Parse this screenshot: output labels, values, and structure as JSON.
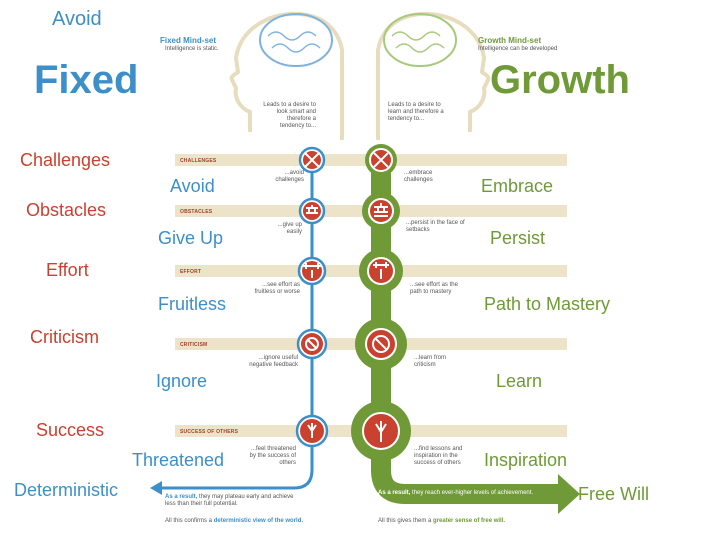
{
  "header": {
    "avoid_top": "Avoid",
    "fixed_word": "Fixed",
    "growth_word": "Growth"
  },
  "heads": {
    "fixed_title": "Fixed Mind-set",
    "fixed_sub": "Intelligence is static.",
    "growth_title": "Growth Mind-set",
    "growth_sub": "Intelligence can be developed",
    "fixed_desire": "Leads to a desire to look smart and therefore a tendency to...",
    "growth_desire": "Leads to a desire to learn and therefore a tendency to..."
  },
  "rows": [
    {
      "bar": "CHALLENGES",
      "left_label": "Challenges",
      "fixed_big": "Avoid",
      "growth_big": "Embrace",
      "fixed_note": "...avoid challenges",
      "growth_note": "...embrace challenges",
      "icon": "arrows-inward-icon"
    },
    {
      "bar": "OBSTACLES",
      "left_label": "Obstacles",
      "fixed_big": "Give Up",
      "growth_big": "Persist",
      "fixed_note": "...give up easily",
      "growth_note": "...persist in the face of setbacks",
      "icon": "brick-wall-icon"
    },
    {
      "bar": "EFFORT",
      "left_label": "Effort",
      "fixed_big": "Fruitless",
      "growth_big": "Path to Mastery",
      "fixed_note": "...see effort as fruitless or worse",
      "growth_note": "...see effort as the path to mastery",
      "icon": "weightlifter-icon"
    },
    {
      "bar": "CRITICISM",
      "left_label": "Criticism",
      "fixed_big": "Ignore",
      "growth_big": "Learn",
      "fixed_note": "...ignore useful negative feedback",
      "growth_note": "...learn from criticism",
      "icon": "no-sign-icon"
    },
    {
      "bar": "SUCCESS OF OTHERS",
      "left_label": "Success",
      "fixed_big": "Threatened",
      "growth_big": "Inspiration",
      "fixed_note": "...feel threatened by the success of others",
      "growth_note": "...find lessons and inspiration in the success of others",
      "icon": "tie-figure-icon"
    }
  ],
  "outcomes": {
    "fixed_word": "Deterministic",
    "growth_word": "Free Will",
    "fixed_result_lead": "As a result,",
    "fixed_result": " they may plateau early and achieve less than their full potential.",
    "growth_result_lead": "As a result,",
    "growth_result": " they reach ever-higher levels of achievement.",
    "fixed_confirm_lead": "All this confirms a ",
    "fixed_confirm_bold": "deterministic view of the world.",
    "growth_confirm_lead": "All this gives them a ",
    "growth_confirm_bold": "greater sense of free will."
  },
  "colors": {
    "fixed": "#3d8fc9",
    "growth": "#6f9a37",
    "red": "#c9412f",
    "bar": "#ece3c9"
  }
}
